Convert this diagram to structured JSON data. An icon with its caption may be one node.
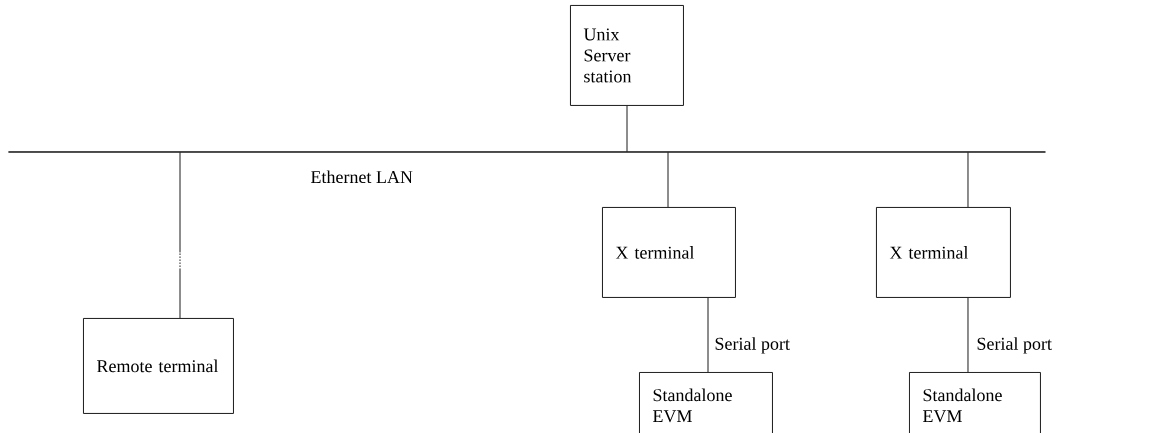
{
  "diagram": {
    "nodes": [
      {
        "text": [
          "Unix Server station"
        ]
      },
      {
        "text": [],
        "shape": "bar",
        "beside": [
          "Ethernet LAN"
        ]
      },
      {
        "text": [
          "Remote terminal"
        ]
      },
      {
        "text": [
          "X terminal"
        ]
      },
      {
        "text": [
          "X terminal"
        ]
      },
      {
        "text": [
          "Standalone EVM"
        ]
      },
      {
        "text": [
          "Standalone EVM"
        ]
      }
    ],
    "edges": [
      {
        "from": 0,
        "to": 1,
        "arrow": "none"
      },
      {
        "from": 1,
        "to": 2,
        "arrow": "none",
        "style": "dashed"
      },
      {
        "from": 1,
        "to": 3,
        "arrow": "none"
      },
      {
        "from": 1,
        "to": 4,
        "arrow": "none"
      },
      {
        "from": 3,
        "to": 5,
        "arrow": "none",
        "label": "Serial port"
      },
      {
        "from": 4,
        "to": 6,
        "arrow": "none",
        "label": "Serial port"
      }
    ]
  }
}
